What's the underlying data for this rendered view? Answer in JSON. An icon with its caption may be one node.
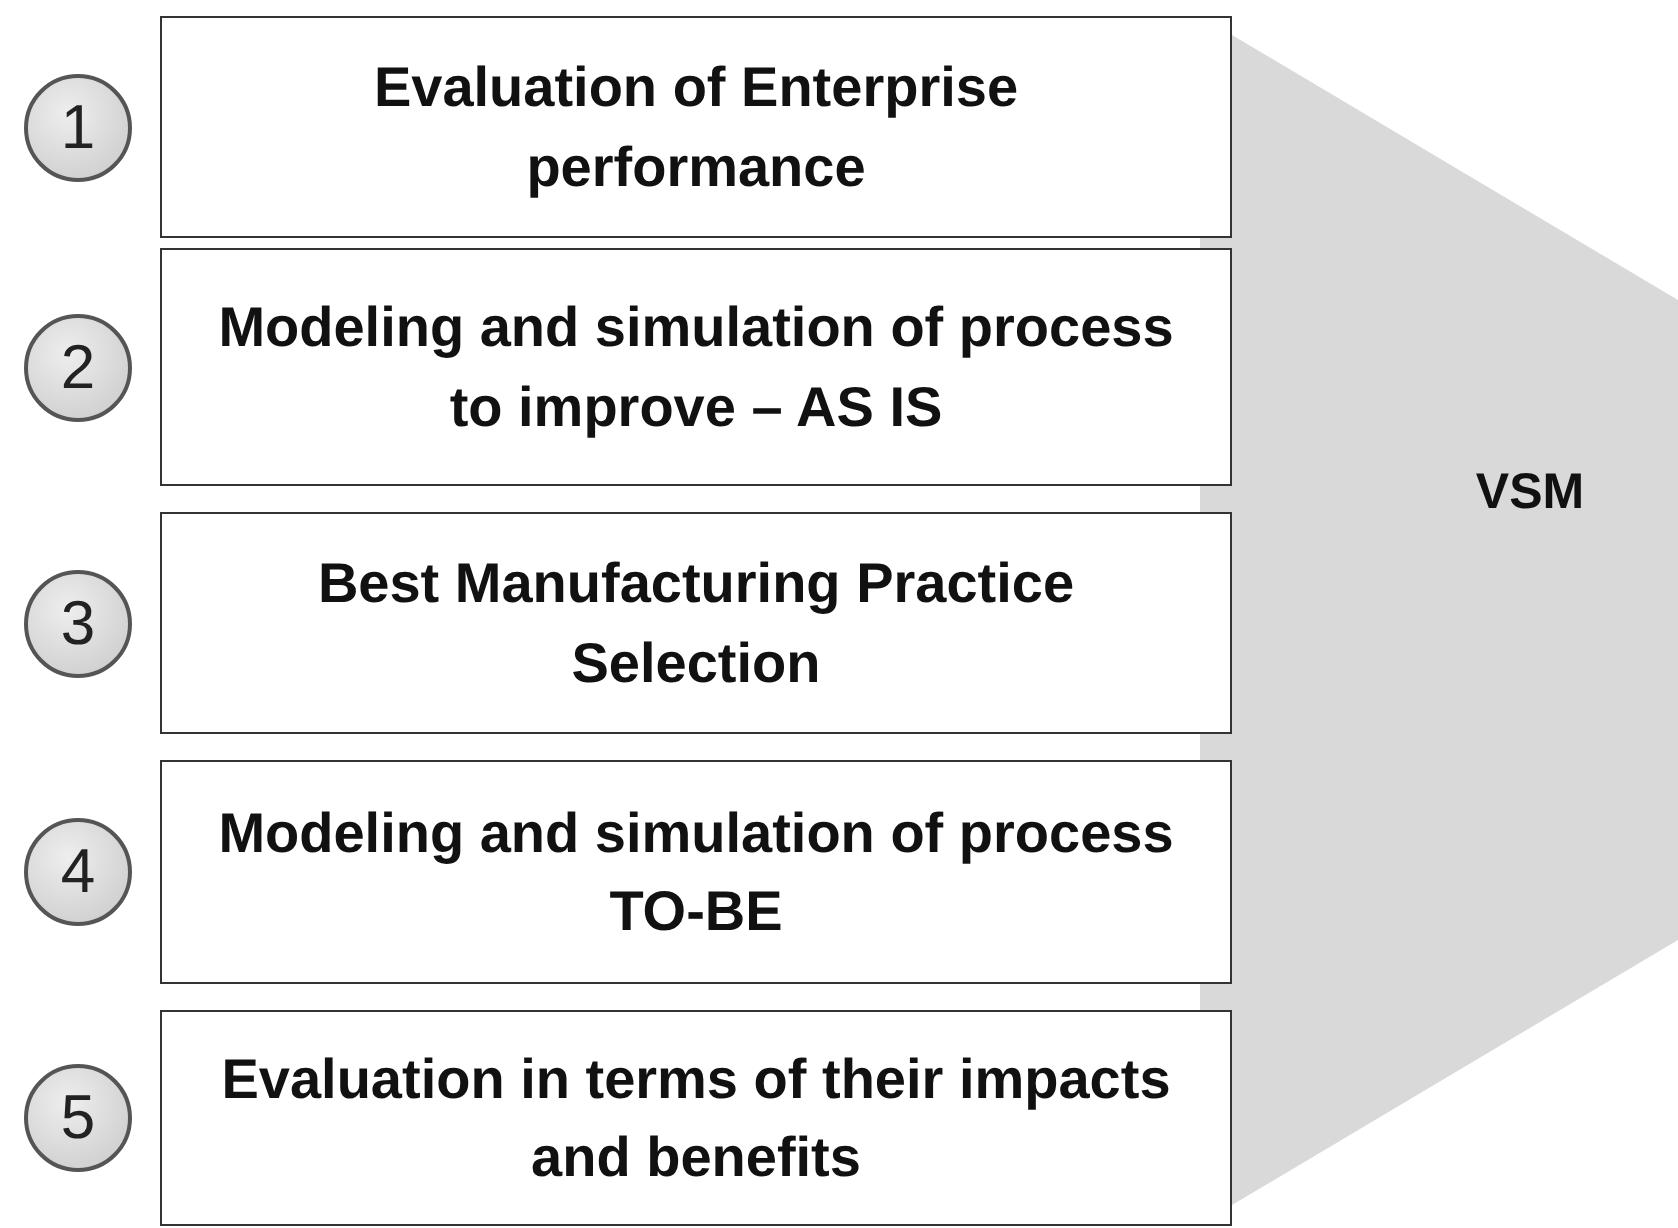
{
  "diagram": {
    "nodes": [
      {
        "text": [
          "1"
        ]
      },
      {
        "text": [
          "Evaluation of Enterprise performance"
        ]
      },
      {
        "text": [
          "2"
        ]
      },
      {
        "text": [
          "Modeling and simulation of process to improve – AS IS"
        ]
      },
      {
        "text": [
          "3"
        ]
      },
      {
        "text": [
          "Best Manufacturing Practice Selection"
        ]
      },
      {
        "text": [
          "4"
        ]
      },
      {
        "text": [
          "Modeling and simulation of process TO-BE"
        ]
      },
      {
        "text": [
          "5"
        ]
      },
      {
        "text": [
          "Evaluation in terms of their impacts and benefits"
        ]
      },
      {
        "text": [
          "VSM"
        ]
      }
    ]
  }
}
